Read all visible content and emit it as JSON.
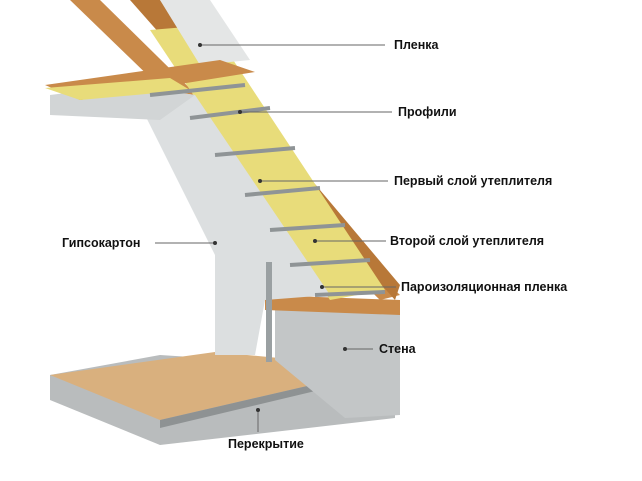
{
  "labels": {
    "film": "Пленка",
    "profiles": "Профили",
    "first_layer": "Первый слой утеплителя",
    "second_layer": "Второй слой утеплителя",
    "vapor_barrier": "Пароизоляционная пленка",
    "wall": "Стена",
    "drywall": "Гипсокартон",
    "floor_slab": "Перекрытие"
  },
  "colors": {
    "insulation": "#e8dc7a",
    "wood": "#c98a4a",
    "drywall": "#dcdfe0",
    "concrete": "#b9bcbd"
  }
}
